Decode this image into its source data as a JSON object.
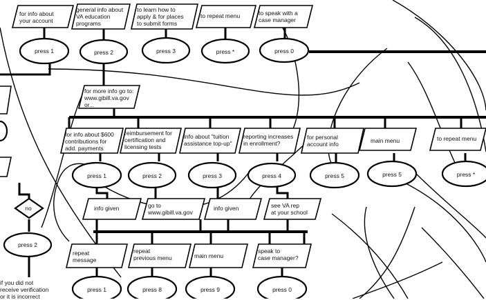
{
  "top_row": {
    "boxes": [
      "for info about\nyour account",
      "general info about\nVA education\nprograms",
      "to learn how to\napply & for places\nto submit forms",
      "to repeat menu",
      "to speak with a\ncase manager"
    ],
    "ovals": [
      "press 1",
      "press 2",
      "press 3",
      "press *",
      "press 0"
    ]
  },
  "gibill_box": "for more info go to:\nwww.gibill.va.gov\nor...",
  "middle_row": {
    "boxes": [
      "for info about $600\ncontributions for\nadd. payments",
      "reimbursement for\ncertification and\nlicensing tests",
      "info about \"tuition\nassistance top-up\"",
      "reporting increases\nin enrollment?",
      "for personal\naccount info",
      "main menu",
      "to repeat menu"
    ],
    "ovals": [
      "press 1",
      "press 2",
      "press 3",
      "press 4",
      "press 5",
      "press 5",
      "press *"
    ]
  },
  "result_row": [
    "info given",
    "go to\nwww.gibill.va.gov",
    "info given",
    "see VA rep\nat your school"
  ],
  "bottom_row": {
    "boxes": [
      "repeat\nmessage",
      "repeat\nprevious menu",
      "main menu",
      "speak to\ncase manager?"
    ],
    "ovals": [
      "press 1",
      "press 8",
      "press 9",
      "press 0"
    ]
  },
  "left_side": {
    "decision": "no",
    "oval": "press 2",
    "note": "if you did not\nreceive verification\nor it is incorrect"
  }
}
